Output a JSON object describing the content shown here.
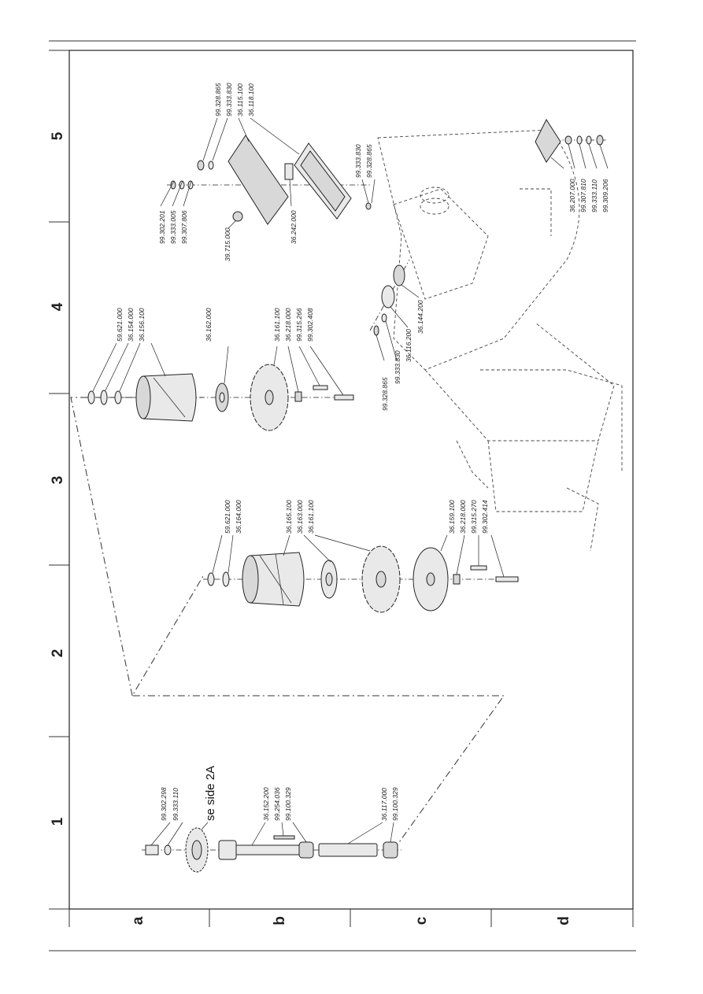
{
  "grid": {
    "rows": [
      "1",
      "2",
      "3",
      "4",
      "5"
    ],
    "cols": [
      "a",
      "b",
      "c",
      "d"
    ]
  },
  "reference_note": "se side 2A",
  "parts": {
    "p1": "99.302.298",
    "p2": "99.333.110",
    "p3": "36.152.200",
    "p4": "99.254.036",
    "p5": "99.100.329",
    "p6": "36.117.000",
    "p7": "99.100.329",
    "p8": "59.621.000",
    "p9": "36.164.000",
    "p10": "36.165.100",
    "p11": "36.163.000",
    "p12": "36.161.100",
    "p13": "36.159.100",
    "p14": "36.218.000",
    "p15": "99.315.270",
    "p16": "99.302.414",
    "p17": "59.621.000",
    "p18": "36.154.000",
    "p19": "36.156.100",
    "p20": "36.162.000",
    "p21": "36.161.100",
    "p22": "36.218.000",
    "p23": "99.315.266",
    "p24": "99.302.408",
    "p25": "99.328.865",
    "p26": "99.333.830",
    "p27": "36.116.200",
    "p28": "36.144.200",
    "p29": "99.302.201",
    "p30": "99.333.005",
    "p31": "99.307.806",
    "p32": "39.715.000",
    "p33": "36.242.000",
    "p34": "99.328.865",
    "p35": "99.333.830",
    "p36": "36.115.100",
    "p37": "36.118.100",
    "p38": "99.333.830",
    "p39": "99.328.865",
    "p40": "36.207.000",
    "p41": "99.307.810",
    "p42": "99.333.110",
    "p43": "99.309.206"
  }
}
